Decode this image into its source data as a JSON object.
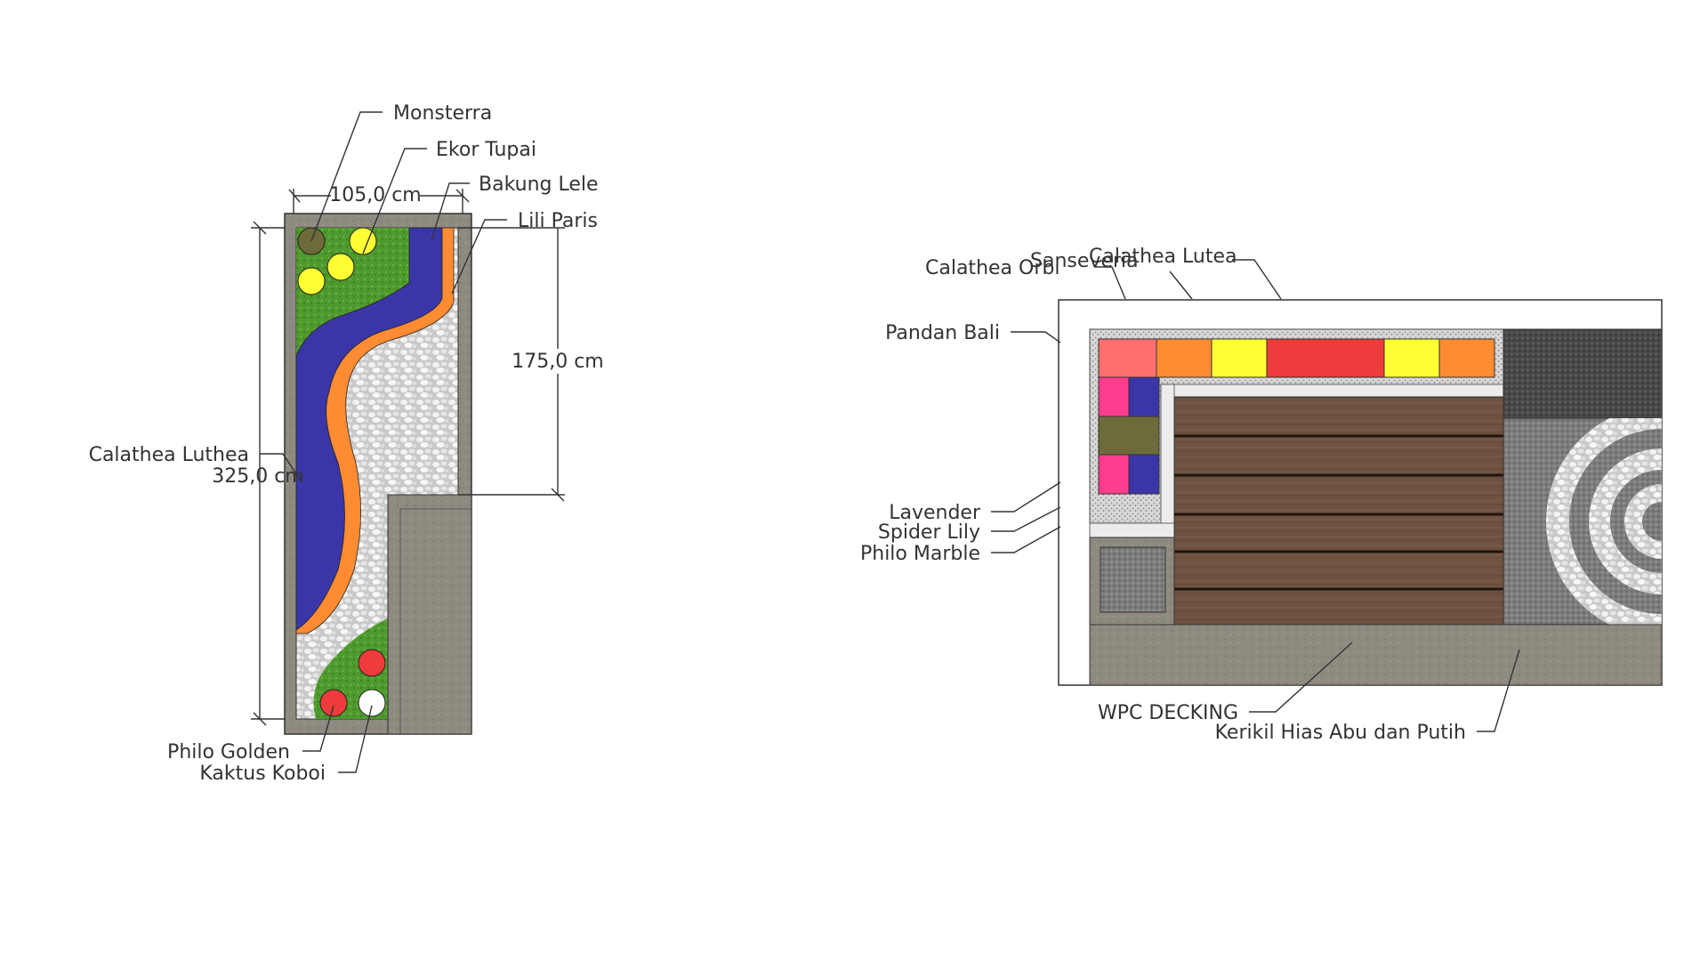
{
  "plan_left": {
    "dimensions": {
      "width": "105,0 cm",
      "height": "175,0 cm",
      "length": "325,0 cm"
    },
    "labels": {
      "monsterra": "Monsterra",
      "ekor_tupai": "Ekor Tupai",
      "bakung_lele": "Bakung Lele",
      "lili_paris": "Lili Paris",
      "calathea_luthea": "Calathea Luthea",
      "philo_golden": "Philo Golden",
      "kaktus_koboi": "Kaktus Koboi"
    }
  },
  "plan_right": {
    "labels": {
      "calathea_orbi": "Calathea Orbi",
      "sanseveria": "Sanseveria",
      "calathea_lutea": "Calathea Lutea",
      "pandan_bali": "Pandan Bali",
      "lavender": "Lavender",
      "spider_lily": "Spider Lily",
      "philo_marble": "Philo Marble",
      "wpc_decking": "WPC DECKING",
      "kerikil": "Kerikil Hias Abu dan Putih"
    }
  },
  "colors": {
    "concrete": "#8f8a80",
    "gravel_white": "#dcdcdc",
    "grass": "#4f9a2e",
    "blue": "#3b36a8",
    "orange": "#ff8c33",
    "yellow": "#ffff33",
    "red": "#ee3b3b",
    "pink": "#ff3d8e",
    "olive": "#6d6b3a",
    "wood": "#6f5340",
    "dark_gravel": "#3a3a3a"
  }
}
